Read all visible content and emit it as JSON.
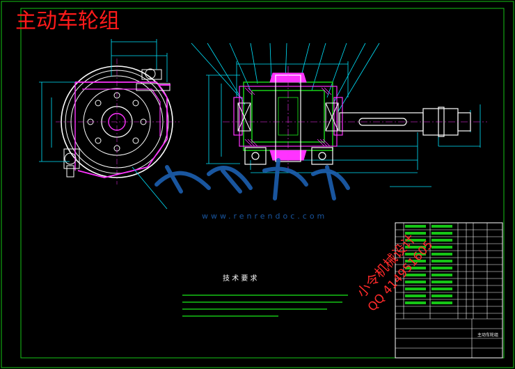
{
  "title": "主动车轮组",
  "watermark": {
    "text": "www.renrendoc.com"
  },
  "stamp": {
    "line1": "小令机械设计",
    "line2": "QQ 414951605"
  },
  "tech_requirements": {
    "heading": "技 术 要 求"
  },
  "title_block": {
    "drawing_name": "主动车轮组"
  },
  "colors": {
    "frame": "#16c416",
    "title": "#ff1a1a",
    "cyan": "#00e5ff",
    "magenta": "#ff33ff",
    "white": "#ffffff",
    "stamp": "#ff2a2a",
    "watermark": "#1c5fb0"
  }
}
